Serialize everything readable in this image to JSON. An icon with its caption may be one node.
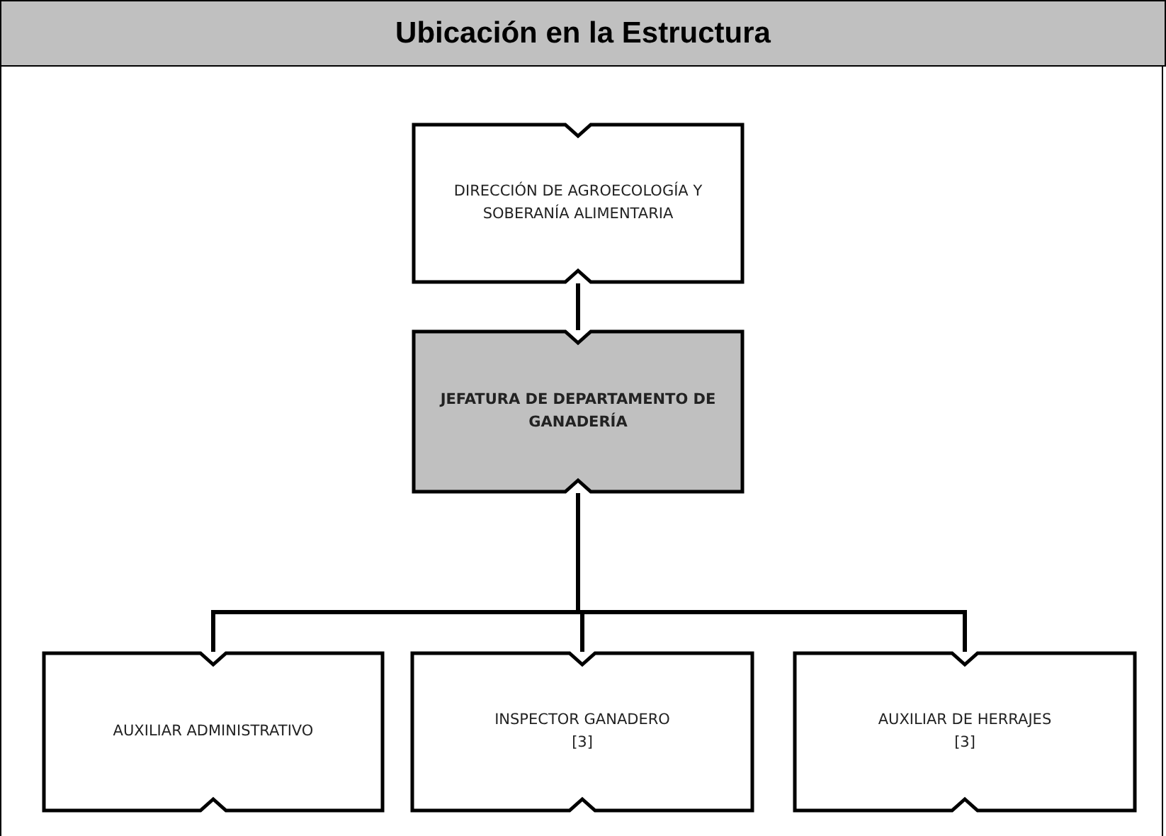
{
  "diagram": {
    "title": "Ubicación en la Estructura",
    "nodes": [
      {
        "text": [
          "DIRECCIÓN DE AGROECOLOGÍA Y SOBERANÍA ALIMENTARIA"
        ]
      },
      {
        "text": [
          "JEFATURA DE DEPARTAMENTO DE GANADERÍA"
        ]
      },
      {
        "text": [
          "AUXILIAR ADMINISTRATIVO"
        ]
      },
      {
        "text": [
          "INSPECTOR GANADERO",
          "[3]"
        ]
      },
      {
        "text": [
          "AUXILIAR DE HERRAJES",
          "[3]"
        ]
      }
    ],
    "edges": [
      {
        "from": 0,
        "to": 1,
        "arrow": "none"
      },
      {
        "from": 1,
        "to": 2,
        "arrow": "none"
      },
      {
        "from": 1,
        "to": 3,
        "arrow": "none"
      },
      {
        "from": 1,
        "to": 4,
        "arrow": "none"
      }
    ]
  }
}
